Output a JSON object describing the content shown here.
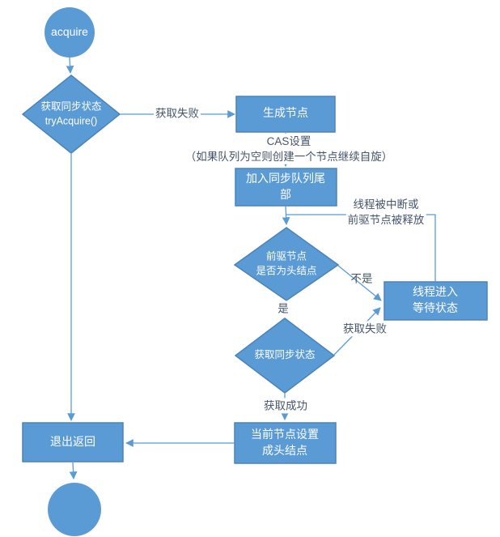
{
  "colors": {
    "shape_fill": "#5b9bd5",
    "shape_border": "#4a83ba",
    "connector": "#5b9bd5",
    "node_text": "#ffffff",
    "edge_label_text": "#44546a",
    "background": "#ffffff"
  },
  "nodes": {
    "start": {
      "type": "circle",
      "label": "acquire"
    },
    "try_acquire": {
      "type": "diamond",
      "label": "获取同步状态\ntryAcquire()"
    },
    "create_node": {
      "type": "rect",
      "label": "生成节点"
    },
    "enqueue_tail": {
      "type": "rect",
      "label": "加入同步队列尾\n部"
    },
    "predecessor_is_head": {
      "type": "diamond",
      "label": "前驱节点\n是否为头结点"
    },
    "thread_wait": {
      "type": "rect",
      "label": "线程进入\n等待状态"
    },
    "acquire_sync_state": {
      "type": "diamond",
      "label": "获取同步状态"
    },
    "set_head": {
      "type": "rect",
      "label": "当前节点设置\n成头结点"
    },
    "exit_return": {
      "type": "rect",
      "label": "退出返回"
    },
    "end": {
      "type": "circle",
      "label": ""
    }
  },
  "edge_labels": {
    "acquire_fail_top": "获取失败",
    "cas_note": "CAS设置\n（如果队列为空则创建一个节点继续自旋）",
    "wake_note": "线程被中断或\n前驱节点被释放",
    "no": "不是",
    "yes": "是",
    "acquire_fail_mid": "获取失败",
    "acquire_success": "获取成功"
  }
}
